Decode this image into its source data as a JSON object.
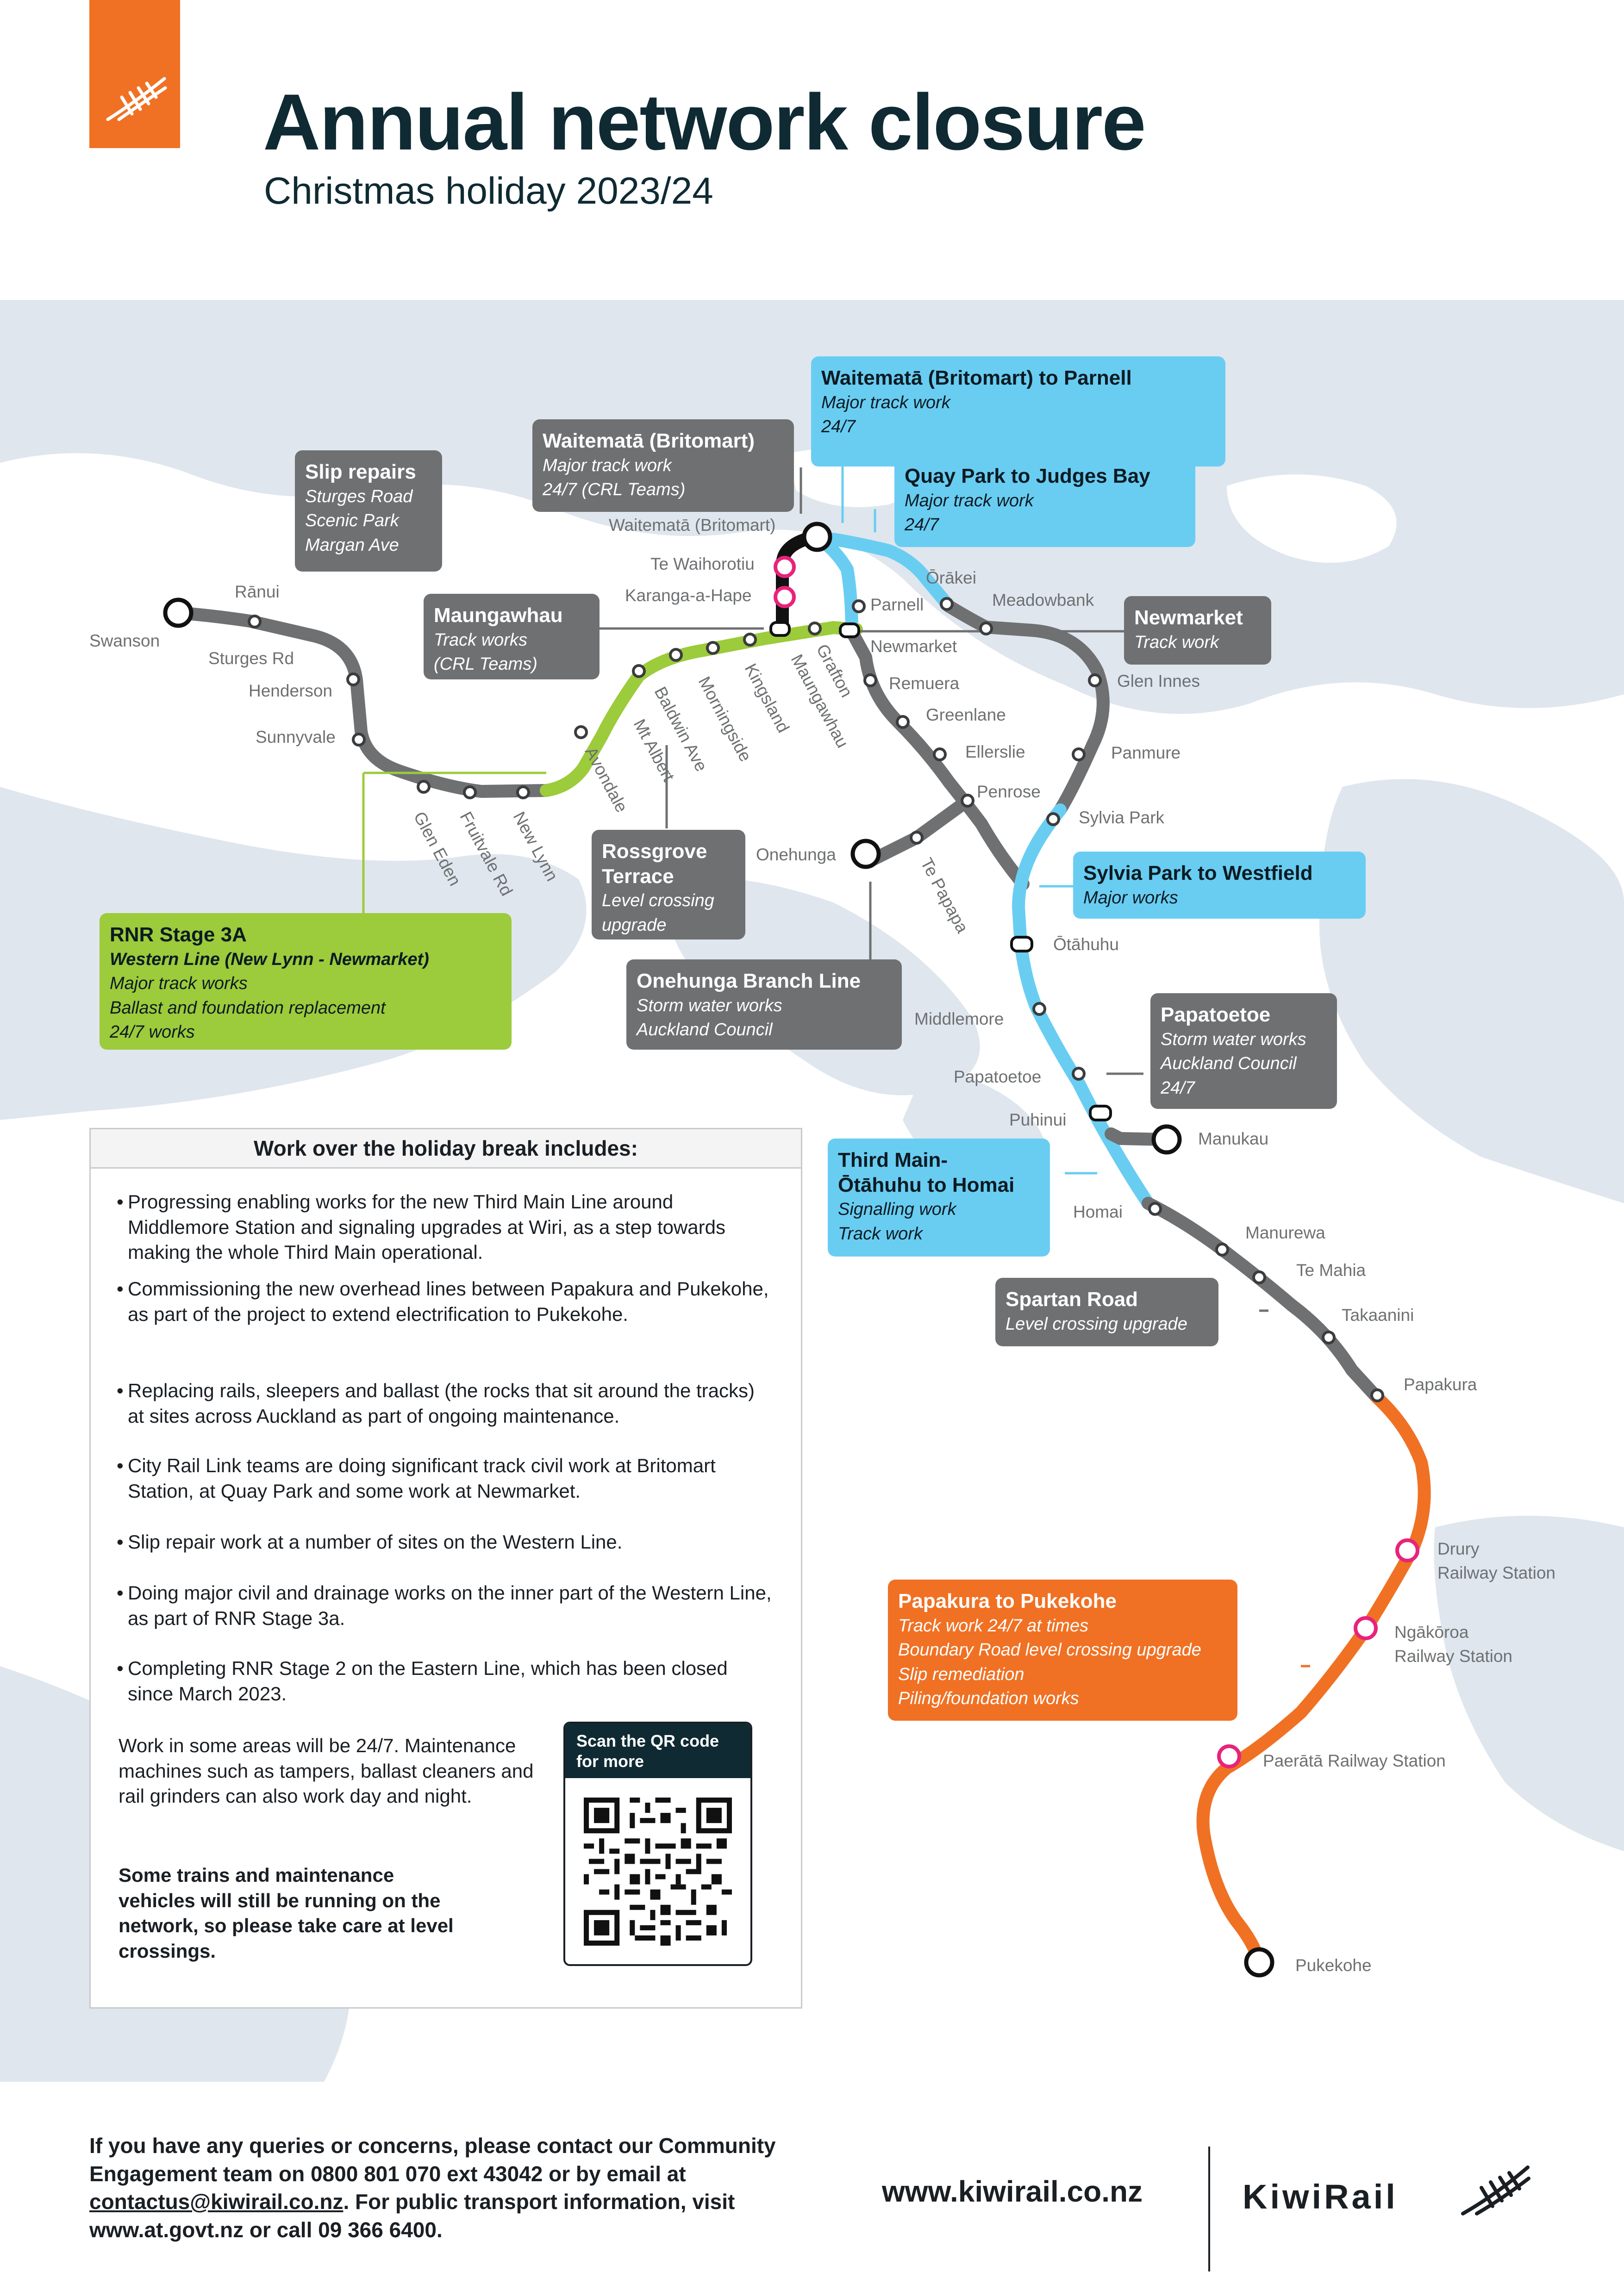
{
  "header": {
    "title": "Annual network closure",
    "subtitle": "Christmas holiday 2023/24"
  },
  "colors": {
    "orange": "#f07124",
    "blue_line": "#69cdf2",
    "green_line": "#9ccb3b",
    "grey_line": "#6f7072",
    "black_segment": "#111111",
    "station_marker_closed": "#e8237a",
    "sea": "#dfe6ee"
  },
  "icons": {
    "logo": "railway-tracks-icon",
    "brand": "kiwirail-tracks-icon",
    "qr": "qr-code-icon"
  },
  "stations": {
    "swanson": "Swanson",
    "ranui": "Rānui",
    "sturges_rd": "Sturges Rd",
    "henderson": "Henderson",
    "sunnyvale": "Sunnyvale",
    "glen_eden": "Glen Eden",
    "fruitvale_rd": "Fruitvale Rd",
    "new_lynn": "New Lynn",
    "avondale": "Avondale",
    "mt_albert": "Mt Albert",
    "baldwin_ave": "Baldwin Ave",
    "morningside": "Morningside",
    "kingsland": "Kingsland",
    "maungawhau": "Maungawhau",
    "grafton": "Grafton",
    "waitemata": "Waitematā (Britomart)",
    "te_waihorotiu": "Te Waihorotiu",
    "karanga_a_hape": "Karanga-a-Hape",
    "parnell": "Parnell",
    "newmarket": "Newmarket",
    "remuera": "Remuera",
    "greenlane": "Greenlane",
    "ellerslie": "Ellerslie",
    "penrose": "Penrose",
    "te_papapa": "Te Papapa",
    "onehunga": "Onehunga",
    "orakei": "Ōrākei",
    "meadowbank": "Meadowbank",
    "glen_innes": "Glen Innes",
    "panmure": "Panmure",
    "sylvia_park": "Sylvia Park",
    "otahuhu": "Ōtāhuhu",
    "middlemore": "Middlemore",
    "papatoetoe": "Papatoetoe",
    "puhinui": "Puhinui",
    "manukau": "Manukau",
    "homai": "Homai",
    "manurewa": "Manurewa",
    "te_mahia": "Te Mahia",
    "takaanini": "Takaanini",
    "papakura": "Papakura",
    "drury_1": "Drury",
    "drury_2": "Railway Station",
    "ngakoroa_1": "Ngākōroa",
    "ngakoroa_2": "Railway Station",
    "paerata": "Paerātā Railway Station",
    "pukekohe": "Pukekohe"
  },
  "callouts": {
    "slip": {
      "title": "Slip repairs",
      "l1": "Sturges Road",
      "l2": "Scenic Park",
      "l3": "Margan Ave"
    },
    "britomart": {
      "title": "Waitematā (Britomart)",
      "l1": "Major track work",
      "l2": "24/7 (CRL Teams)"
    },
    "britomart_parnell": {
      "title": "Waitematā (Britomart) to Parnell",
      "l1": "Major track work",
      "l2": "24/7"
    },
    "quay_park": {
      "title": "Quay Park to Judges Bay",
      "l1": "Major track work",
      "l2": "24/7"
    },
    "maungawhau": {
      "title": "Maungawhau",
      "l1": "Track works",
      "l2": "(CRL Teams)"
    },
    "newmarket": {
      "title": "Newmarket",
      "l1": "Track work"
    },
    "rossgrove": {
      "title1": "Rossgrove",
      "title2": "Terrace",
      "l1": "Level crossing",
      "l2": "upgrade"
    },
    "sylvia_westfield": {
      "title": "Sylvia Park to Westfield",
      "l1": "Major works"
    },
    "onehunga_branch": {
      "title": "Onehunga Branch Line",
      "l1": "Storm water works",
      "l2": "Auckland Council"
    },
    "rnr": {
      "title": "RNR Stage 3A",
      "l1": "Western Line (New Lynn - Newmarket)",
      "l2": "Major track works",
      "l3": "Ballast and foundation replacement",
      "l4": "24/7 works"
    },
    "papatoetoe": {
      "title": "Papatoetoe",
      "l1": "Storm water works",
      "l2": "Auckland Council",
      "l3": "24/7"
    },
    "third_main": {
      "title1": "Third Main-",
      "title2": "Ōtāhuhu to Homai",
      "l1": "Signalling work",
      "l2": "Track work"
    },
    "spartan": {
      "title": "Spartan Road",
      "l1": "Level crossing upgrade"
    },
    "papakura_pukekohe": {
      "title": "Papakura to Pukekohe",
      "l1": "Track work 24/7 at times",
      "l2": "Boundary Road level crossing upgrade",
      "l3": "Slip remediation",
      "l4": "Piling/foundation works"
    }
  },
  "info": {
    "heading": "Work over the holiday break includes:",
    "bullets": [
      "Progressing enabling works for the new Third Main Line around Middlemore Station and signaling upgrades at Wiri, as a step towards making the whole Third Main operational.",
      "Commissioning the new overhead lines between Papakura and Pukekohe, as part of the project to extend electrification to Pukekohe.",
      "Replacing rails, sleepers and ballast (the rocks that sit around the tracks) at sites across Auckland as part of ongoing maintenance.",
      "City Rail Link teams are doing significant track civil work at Britomart Station, at Quay Park and some work at Newmarket.",
      "Slip repair work at a number of sites on the Western Line.",
      "Doing major civil and drainage works on the inner part of the Western Line, as part of RNR Stage 3a.",
      "Completing RNR Stage 2 on the Eastern Line, which has been closed since March 2023."
    ],
    "note1": "Work in some areas will be 24/7. Maintenance machines such as tampers, ballast cleaners and rail grinders can also work day and night.",
    "note2": "Some trains and maintenance vehicles will still be running on the network, so please take care at level crossings.",
    "qr_label": "Scan the QR code for more"
  },
  "footer": {
    "contact_1": "If you have any queries or concerns, please contact our Community Engagement team on 0800 801 070 ext 43042 or by email at ",
    "email": "contactus@kiwirail.co.nz",
    "contact_2": ". For public transport information, visit www.at.govt.nz or call 09 366 6400.",
    "website": "www.kiwirail.co.nz",
    "brand": "KiwiRail"
  }
}
